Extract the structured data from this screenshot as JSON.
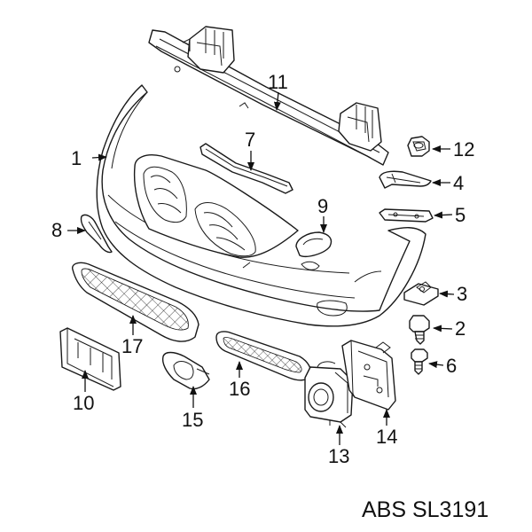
{
  "callouts": {
    "c1": "1",
    "c2": "2",
    "c3": "3",
    "c4": "4",
    "c5": "5",
    "c6": "6",
    "c7": "7",
    "c8": "8",
    "c9": "9",
    "c10": "10",
    "c11": "11",
    "c12": "12",
    "c13": "13",
    "c14": "14",
    "c15": "15",
    "c16": "16",
    "c17": "17"
  },
  "caption": "ABS SL3191",
  "colors": {
    "line": "#1a1a1a",
    "background": "#ffffff"
  }
}
